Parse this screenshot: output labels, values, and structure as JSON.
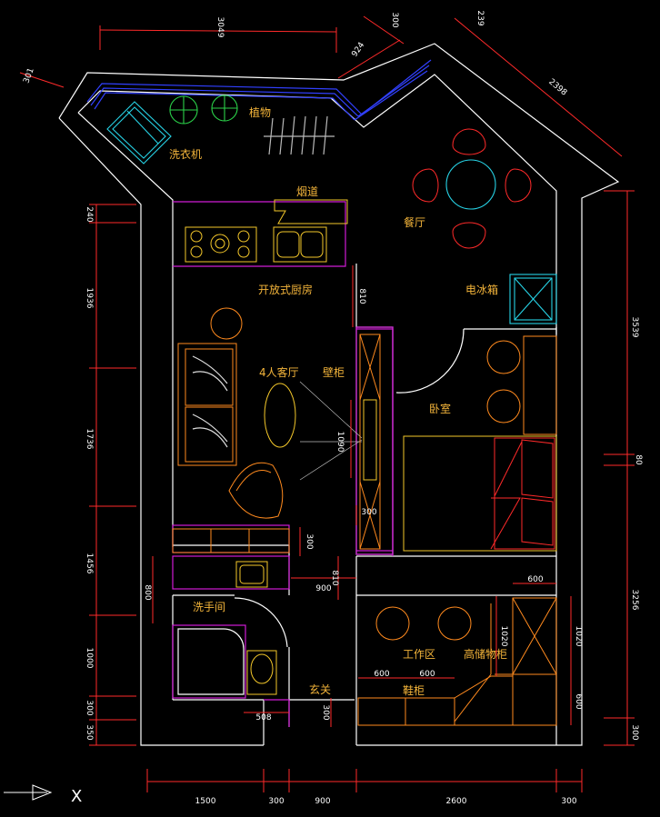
{
  "rooms": {
    "washer": "洗衣机",
    "plants": "植物",
    "flue": "烟道",
    "dining": "餐厅",
    "kitchen": "开放式厨房",
    "fridge": "电冰箱",
    "living": "4人客厅",
    "wall_cabinet": "壁柜",
    "bedroom": "卧室",
    "washroom": "洗手间",
    "workspace": "工作区",
    "tall_cabinet": "高储物柜",
    "entrance": "玄关",
    "shoe_cabinet": "鞋柜"
  },
  "dims": {
    "top_width": "3049",
    "top_right_a": "300",
    "top_right_b": "239",
    "balcony_edge": "924",
    "diag_right": "2398",
    "left_small": "301",
    "left_1": "240",
    "left_2": "1936",
    "left_3": "1736",
    "left_4": "1456",
    "left_5": "1000",
    "left_6": "300",
    "left_7": "350",
    "right_1": "3539",
    "right_2": "80",
    "right_3": "3256",
    "right_4": "300",
    "kitchen_gap": "810",
    "tv_wall": "1090",
    "closet_300": "300",
    "wash_800": "800",
    "wash_300": "300",
    "corridor_900": "900",
    "corridor_810": "810",
    "tall_600": "600",
    "tall_1020_a": "1020",
    "tall_1020_b": "1020",
    "shoe_600_a": "600",
    "shoe_600_b": "600",
    "right_600": "600",
    "entry_300": "300",
    "wc_508": "508",
    "bottom_1": "1500",
    "bottom_2": "300",
    "bottom_3": "900",
    "bottom_4": "2600",
    "bottom_5": "300"
  },
  "axis_marker": "X"
}
